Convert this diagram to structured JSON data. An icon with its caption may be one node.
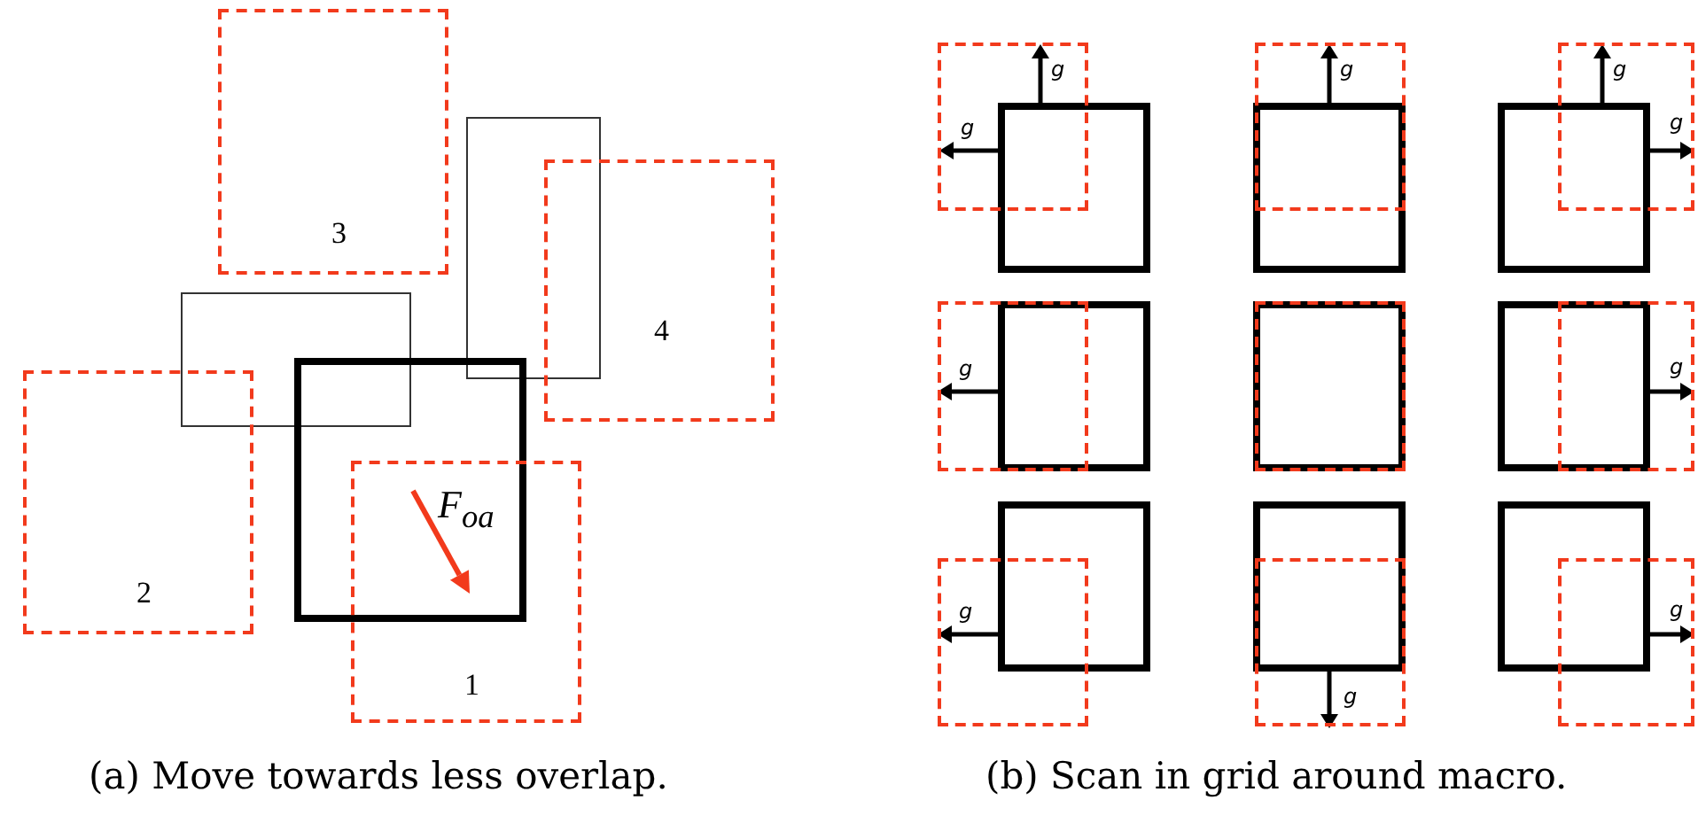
{
  "diagram": {
    "nodes": [
      {
        "text": [
          "3"
        ]
      },
      {
        "text": [],
        "shape": "box"
      },
      {
        "text": [
          "4"
        ]
      },
      {
        "text": [],
        "shape": "box"
      },
      {
        "text": [
          "2"
        ]
      },
      {
        "text": [],
        "shape": "box"
      },
      {
        "text": [
          "1"
        ]
      },
      {
        "text": [],
        "shape": "box"
      },
      {
        "text": [],
        "shape": "box"
      },
      {
        "text": [],
        "shape": "box"
      },
      {
        "text": [],
        "shape": "box"
      },
      {
        "text": [],
        "shape": "box"
      },
      {
        "text": [],
        "shape": "box"
      },
      {
        "text": [],
        "shape": "box"
      },
      {
        "text": [],
        "shape": "box"
      },
      {
        "text": [],
        "shape": "box"
      },
      {
        "text": [],
        "shape": "box"
      },
      {
        "text": [],
        "shape": "box"
      },
      {
        "text": [],
        "shape": "box"
      },
      {
        "text": [],
        "shape": "box"
      },
      {
        "text": [],
        "shape": "box"
      },
      {
        "text": [],
        "shape": "box"
      },
      {
        "text": [],
        "shape": "box"
      },
      {
        "text": [],
        "shape": "box"
      },
      {
        "text": [],
        "shape": "box"
      }
    ],
    "labels": [
      "F$_{oa}$",
      "g",
      "g",
      "g",
      "g",
      "g",
      "g",
      "g",
      "g",
      "g",
      "g",
      "(a) Move towards less overlap.",
      "(b) Scan in grid around macro."
    ]
  }
}
